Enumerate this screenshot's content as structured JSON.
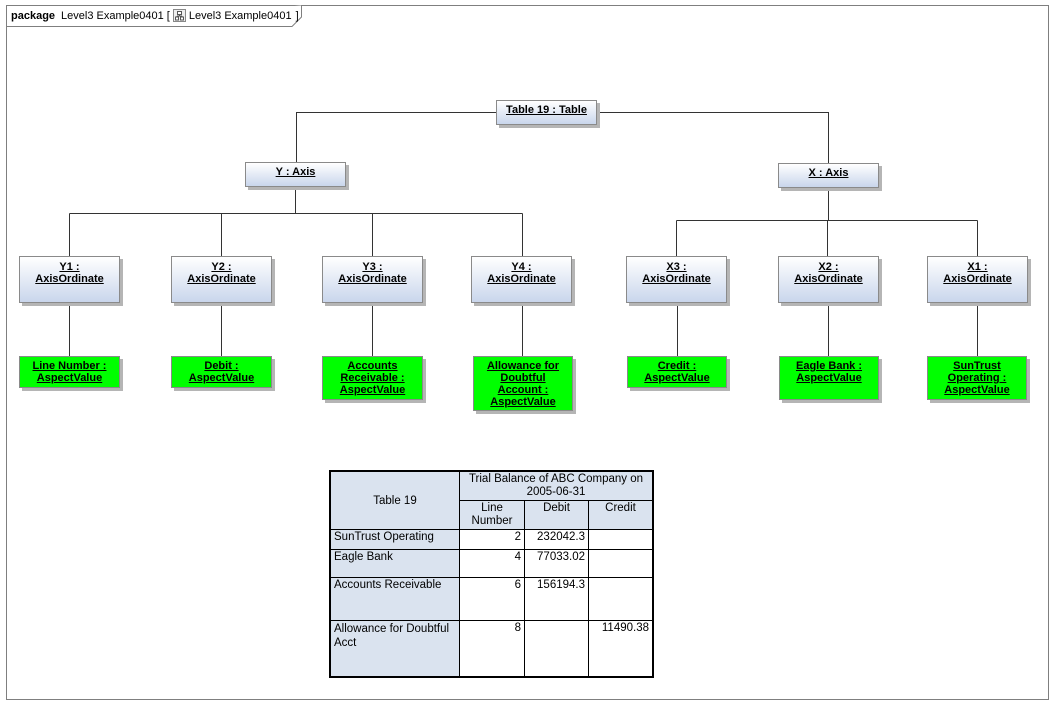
{
  "package_tab": {
    "keyword": "package",
    "name": "Level3 Example0401",
    "bracket_open": "[",
    "diagram_name": "Level3 Example0401",
    "bracket_close": "]"
  },
  "nodes": {
    "table": "Table 19 : Table",
    "y_axis": "Y : Axis",
    "x_axis": "X : Axis",
    "y1": "Y1 : AxisOrdinate",
    "y2": "Y2 : AxisOrdinate",
    "y3": "Y3 : AxisOrdinate",
    "y4": "Y4 : AxisOrdinate",
    "x3": "X3 : AxisOrdinate",
    "x2": "X2 : AxisOrdinate",
    "x1": "X1 : AxisOrdinate",
    "av_line": "Line Number : AspectValue",
    "av_debit": "Debit : AspectValue",
    "av_ar": "Accounts Receivable : AspectValue",
    "av_allow": "Allowance for Doubtful Account : AspectValue",
    "av_credit": "Credit : AspectValue",
    "av_eagle": "Eagle Bank : AspectValue",
    "av_suntrust": "SunTrust Operating : AspectValue"
  },
  "nodes_lines": {
    "y1": [
      "Y1 :",
      "AxisOrdinate"
    ],
    "y2": [
      "Y2 :",
      "AxisOrdinate"
    ],
    "y3": [
      "Y3 :",
      "AxisOrdinate"
    ],
    "y4": [
      "Y4 :",
      "AxisOrdinate"
    ],
    "x3": [
      "X3 :",
      "AxisOrdinate"
    ],
    "x2": [
      "X2 :",
      "AxisOrdinate"
    ],
    "x1": [
      "X1 :",
      "AxisOrdinate"
    ],
    "av_line": [
      "Line Number :",
      "AspectValue"
    ],
    "av_debit": [
      "Debit :",
      "AspectValue"
    ],
    "av_ar": [
      "Accounts",
      "Receivable :",
      "AspectValue"
    ],
    "av_allow": [
      "Allowance for",
      "Doubtful",
      "Account :",
      "AspectValue"
    ],
    "av_credit": [
      "Credit :",
      "AspectValue"
    ],
    "av_eagle": [
      "Eagle Bank :",
      "AspectValue"
    ],
    "av_suntrust": [
      "SunTrust",
      "Operating :",
      "AspectValue"
    ]
  },
  "table": {
    "corner": "Table 19",
    "title": "Trial Balance of ABC Company on 2005-06-31",
    "columns": [
      "Line Number",
      "Debit",
      "Credit"
    ],
    "rows": [
      {
        "label": "SunTrust Operating",
        "line": "2",
        "debit": "232042.3",
        "credit": ""
      },
      {
        "label": "Eagle Bank",
        "line": "4",
        "debit": "77033.02",
        "credit": ""
      },
      {
        "label": "Accounts Receivable",
        "line": "6",
        "debit": "156194.3",
        "credit": ""
      },
      {
        "label": "Allowance for Doubtful Acct",
        "line": "8",
        "debit": "",
        "credit": "11490.38"
      }
    ]
  },
  "colors": {
    "axis_gradient_bottom": "#c9d6ec",
    "aspect_value_fill": "#00ff00",
    "table_header_fill": "#dae3ef"
  }
}
